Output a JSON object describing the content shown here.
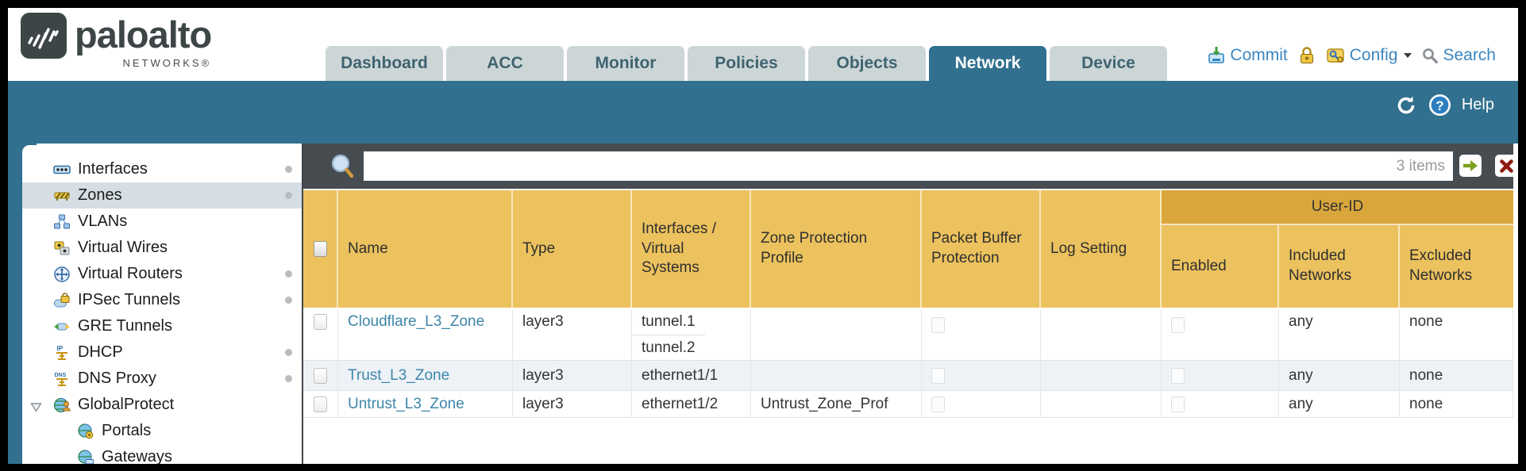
{
  "brand": {
    "name": "paloalto",
    "subtitle": "NETWORKS®"
  },
  "nav_tabs": [
    {
      "label": "Dashboard",
      "active": false
    },
    {
      "label": "ACC",
      "active": false
    },
    {
      "label": "Monitor",
      "active": false
    },
    {
      "label": "Policies",
      "active": false
    },
    {
      "label": "Objects",
      "active": false
    },
    {
      "label": "Network",
      "active": true
    },
    {
      "label": "Device",
      "active": false
    }
  ],
  "header_actions": {
    "commit": "Commit",
    "config": "Config",
    "search": "Search"
  },
  "band": {
    "help": "Help"
  },
  "sidebar": {
    "items": [
      {
        "label": "Interfaces",
        "icon": "interfaces-icon",
        "dot": true,
        "selected": false
      },
      {
        "label": "Zones",
        "icon": "zones-icon",
        "dot": true,
        "selected": true
      },
      {
        "label": "VLANs",
        "icon": "vlans-icon",
        "dot": false,
        "selected": false
      },
      {
        "label": "Virtual Wires",
        "icon": "virtual-wires-icon",
        "dot": false,
        "selected": false
      },
      {
        "label": "Virtual Routers",
        "icon": "virtual-routers-icon",
        "dot": true,
        "selected": false
      },
      {
        "label": "IPSec Tunnels",
        "icon": "ipsec-tunnels-icon",
        "dot": true,
        "selected": false
      },
      {
        "label": "GRE Tunnels",
        "icon": "gre-tunnels-icon",
        "dot": false,
        "selected": false
      },
      {
        "label": "DHCP",
        "icon": "dhcp-icon",
        "dot": true,
        "selected": false
      },
      {
        "label": "DNS Proxy",
        "icon": "dns-proxy-icon",
        "dot": true,
        "selected": false
      },
      {
        "label": "GlobalProtect",
        "icon": "globalprotect-icon",
        "dot": false,
        "selected": false,
        "expanded": true
      },
      {
        "label": "Portals",
        "icon": "portals-icon",
        "dot": false,
        "selected": false,
        "child": true
      },
      {
        "label": "Gateways",
        "icon": "gateways-icon",
        "dot": false,
        "selected": false,
        "child": true
      }
    ]
  },
  "filter_bar": {
    "value": "",
    "count": "3 items"
  },
  "table": {
    "group_header": "User-ID",
    "columns": [
      "Name",
      "Type",
      "Interfaces / Virtual Systems",
      "Zone Protection Profile",
      "Packet Buffer Protection",
      "Log Setting",
      "Enabled",
      "Included Networks",
      "Excluded Networks"
    ],
    "rows": [
      {
        "name": "Cloudflare_L3_Zone",
        "type": "layer3",
        "interfaces": [
          "tunnel.1",
          "tunnel.2"
        ],
        "zone_protection_profile": "",
        "packet_buffer_protection": false,
        "log_setting": "",
        "enabled": false,
        "included_networks": "any",
        "excluded_networks": "none"
      },
      {
        "name": "Trust_L3_Zone",
        "type": "layer3",
        "interfaces": [
          "ethernet1/1"
        ],
        "zone_protection_profile": "",
        "packet_buffer_protection": false,
        "log_setting": "",
        "enabled": false,
        "included_networks": "any",
        "excluded_networks": "none"
      },
      {
        "name": "Untrust_L3_Zone",
        "type": "layer3",
        "interfaces": [
          "ethernet1/2"
        ],
        "zone_protection_profile": "Untrust_Zone_Prof",
        "packet_buffer_protection": false,
        "log_setting": "",
        "enabled": false,
        "included_networks": "any",
        "excluded_networks": "none"
      }
    ]
  },
  "colors": {
    "teal_band": "#31708E",
    "tab_inactive": "#CDD6D7",
    "strip_dark": "#474C51",
    "header_amber": "#ECC25E",
    "user_id_band": "#D9A63B",
    "link": "#3E86AA",
    "accent_blue": "#3B86C0",
    "selected_item": "#D5DEE4",
    "go_arrow_green": "#7AA21D",
    "clear_x_red": "#8E1D10"
  }
}
